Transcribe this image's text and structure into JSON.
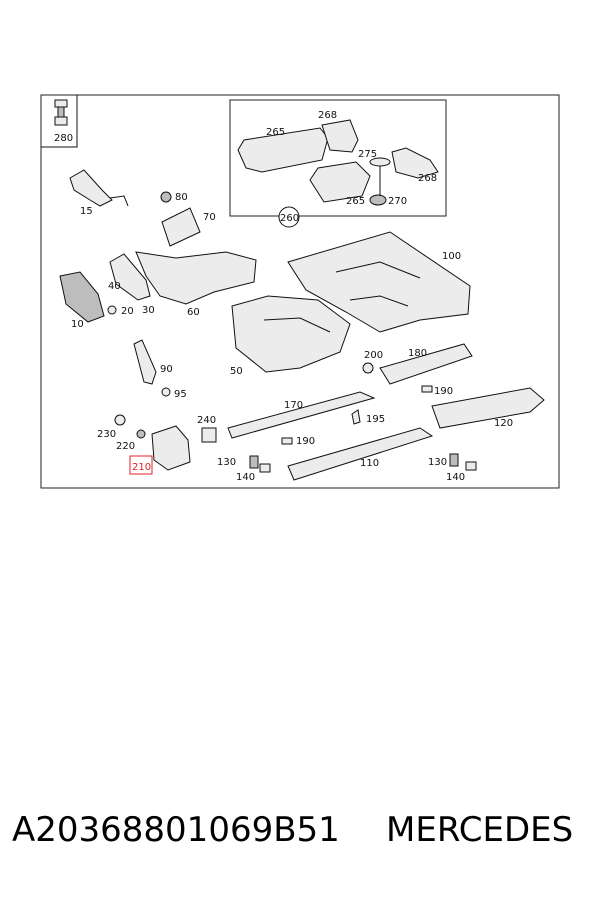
{
  "callouts": {
    "c280": "280",
    "c15": "15",
    "c80": "80",
    "c70": "70",
    "c268a": "268",
    "c265a": "265",
    "c275": "275",
    "c268b": "268",
    "c265b": "265",
    "c270": "270",
    "c260": "260",
    "c100": "100",
    "c40": "40",
    "c20": "20",
    "c30": "30",
    "c60": "60",
    "c10": "10",
    "c90": "90",
    "c95": "95",
    "c50": "50",
    "c200": "200",
    "c180": "180",
    "c190a": "190",
    "c170": "170",
    "c195": "195",
    "c240": "240",
    "c190b": "190",
    "c120": "120",
    "c230": "230",
    "c220": "220",
    "c210": "210",
    "c130a": "130",
    "c140a": "140",
    "c110": "110",
    "c130b": "130",
    "c140b": "140"
  },
  "highlight": {
    "label": "210",
    "color": "#e0202a"
  },
  "footer": {
    "part_number": "A20368801069B51",
    "brand": "MERCEDES"
  }
}
